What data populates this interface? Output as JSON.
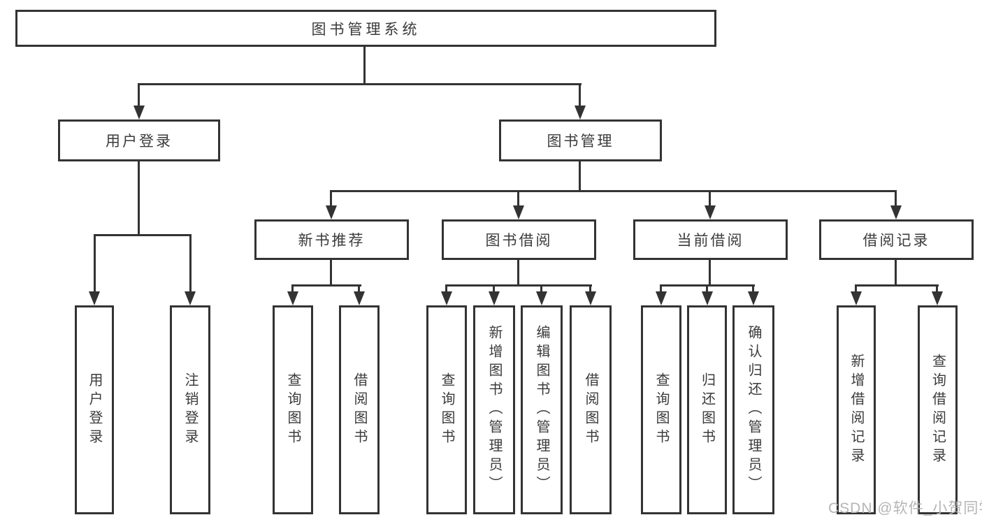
{
  "diagram_type": "hierarchy-tree",
  "colors": {
    "line": "#333333",
    "text": "#3b3b3b",
    "box_background": "#ffffff",
    "watermark": "#b5b5b5",
    "page_background": "#ffffff"
  },
  "tree": {
    "label": "图书管理系统",
    "children": [
      {
        "label": "用户登录",
        "children": [
          {
            "label": "用户登录"
          },
          {
            "label": "注销登录"
          }
        ]
      },
      {
        "label": "图书管理",
        "children": [
          {
            "label": "新书推荐",
            "children": [
              {
                "label": "查询图书"
              },
              {
                "label": "借阅图书"
              }
            ]
          },
          {
            "label": "图书借阅",
            "children": [
              {
                "label": "查询图书"
              },
              {
                "label": "新增图书（管理员）"
              },
              {
                "label": "编辑图书（管理员）"
              },
              {
                "label": "借阅图书"
              }
            ]
          },
          {
            "label": "当前借阅",
            "children": [
              {
                "label": "查询图书"
              },
              {
                "label": "归还图书"
              },
              {
                "label": "确认归还（管理员）"
              }
            ]
          },
          {
            "label": "借阅记录",
            "children": [
              {
                "label": "新增借阅记录"
              },
              {
                "label": "查询借阅记录"
              }
            ]
          }
        ]
      }
    ]
  },
  "watermark": {
    "text": "CSDN @软件_小贺同学"
  }
}
